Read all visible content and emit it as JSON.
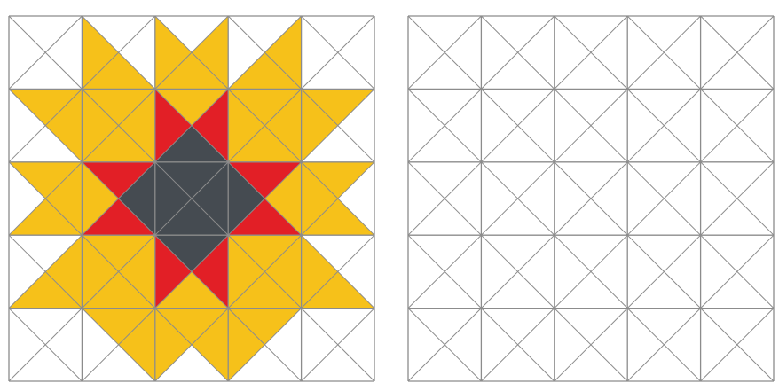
{
  "figure": {
    "colors": {
      "yellow": "#F6C11A",
      "red": "#E21F26",
      "dark": "#454B51",
      "line": "#8C8C8C",
      "background": "#FFFFFF"
    },
    "grid": {
      "rows": 5,
      "cols": 5,
      "diagonals": "both"
    },
    "colored_pattern": {
      "name": "star-quilt-block",
      "cells": [
        {
          "r": 0,
          "c": 0,
          "T": "",
          "R": "",
          "B": "",
          "L": ""
        },
        {
          "r": 0,
          "c": 1,
          "T": "",
          "R": "",
          "B": "Y",
          "L": "Y"
        },
        {
          "r": 0,
          "c": 2,
          "T": "",
          "R": "Y",
          "B": "Y",
          "L": "Y"
        },
        {
          "r": 0,
          "c": 3,
          "T": "",
          "R": "Y",
          "B": "Y",
          "L": ""
        },
        {
          "r": 0,
          "c": 4,
          "T": "",
          "R": "",
          "B": "",
          "L": ""
        },
        {
          "r": 1,
          "c": 0,
          "T": "Y",
          "R": "Y",
          "B": "",
          "L": ""
        },
        {
          "r": 1,
          "c": 1,
          "T": "Y",
          "R": "Y",
          "B": "Y",
          "L": "Y"
        },
        {
          "r": 1,
          "c": 2,
          "T": "Y",
          "R": "R",
          "B": "D",
          "L": "R"
        },
        {
          "r": 1,
          "c": 3,
          "T": "Y",
          "R": "Y",
          "B": "Y",
          "L": "Y"
        },
        {
          "r": 1,
          "c": 4,
          "T": "Y",
          "R": "",
          "B": "",
          "L": "Y"
        },
        {
          "r": 2,
          "c": 0,
          "T": "Y",
          "R": "Y",
          "B": "Y",
          "L": ""
        },
        {
          "r": 2,
          "c": 1,
          "T": "R",
          "R": "D",
          "B": "R",
          "L": "Y"
        },
        {
          "r": 2,
          "c": 2,
          "T": "D",
          "R": "D",
          "B": "D",
          "L": "D"
        },
        {
          "r": 2,
          "c": 3,
          "T": "R",
          "R": "Y",
          "B": "R",
          "L": "D"
        },
        {
          "r": 2,
          "c": 4,
          "T": "Y",
          "R": "",
          "B": "Y",
          "L": "Y"
        },
        {
          "r": 3,
          "c": 0,
          "T": "",
          "R": "Y",
          "B": "Y",
          "L": ""
        },
        {
          "r": 3,
          "c": 1,
          "T": "Y",
          "R": "Y",
          "B": "Y",
          "L": "Y"
        },
        {
          "r": 3,
          "c": 2,
          "T": "D",
          "R": "R",
          "B": "Y",
          "L": "R"
        },
        {
          "r": 3,
          "c": 3,
          "T": "Y",
          "R": "Y",
          "B": "Y",
          "L": "Y"
        },
        {
          "r": 3,
          "c": 4,
          "T": "",
          "R": "",
          "B": "Y",
          "L": "Y"
        },
        {
          "r": 4,
          "c": 0,
          "T": "",
          "R": "",
          "B": "",
          "L": ""
        },
        {
          "r": 4,
          "c": 1,
          "T": "Y",
          "R": "Y",
          "B": "",
          "L": ""
        },
        {
          "r": 4,
          "c": 2,
          "T": "Y",
          "R": "Y",
          "B": "",
          "L": "Y"
        },
        {
          "r": 4,
          "c": 3,
          "T": "Y",
          "R": "",
          "B": "",
          "L": "Y"
        },
        {
          "r": 4,
          "c": 4,
          "T": "",
          "R": "",
          "B": "",
          "L": ""
        }
      ]
    },
    "blank_pattern": {
      "name": "empty-grid-template"
    }
  }
}
